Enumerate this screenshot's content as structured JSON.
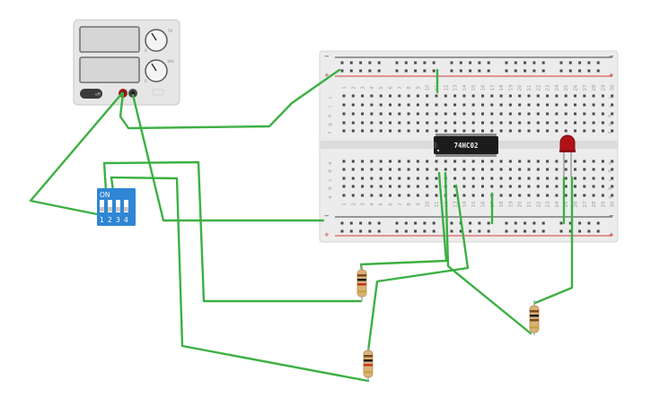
{
  "psu": {
    "button_label": "off",
    "knob1_max_label": "5V",
    "knob1_min_label": "0",
    "knob2_max_label": "10V",
    "knob2_min_label": "0"
  },
  "dip_switch": {
    "on_label": "ON",
    "positions": [
      "1",
      "2",
      "3",
      "4"
    ]
  },
  "breadboard": {
    "columns": [
      "1",
      "2",
      "3",
      "4",
      "5",
      "6",
      "7",
      "8",
      "9",
      "10",
      "11",
      "12",
      "13",
      "14",
      "15",
      "16",
      "17",
      "18",
      "19",
      "20",
      "21",
      "22",
      "23",
      "24",
      "25",
      "26",
      "27",
      "28",
      "29",
      "30"
    ],
    "top_rows": [
      "j",
      "i",
      "h",
      "g",
      "f"
    ],
    "bottom_rows": [
      "e",
      "d",
      "c",
      "b",
      "a"
    ],
    "rail_plus": "+",
    "rail_minus": "−"
  },
  "ic": {
    "label": "74HC02"
  },
  "led": {
    "color": "#b01218"
  },
  "colors": {
    "wire": "#3cb043",
    "board": "#ececec",
    "rail_red": "#d63b3b",
    "rail_black": "#404040",
    "dip_body": "#2f86d4",
    "chip": "#1c1c1c"
  }
}
